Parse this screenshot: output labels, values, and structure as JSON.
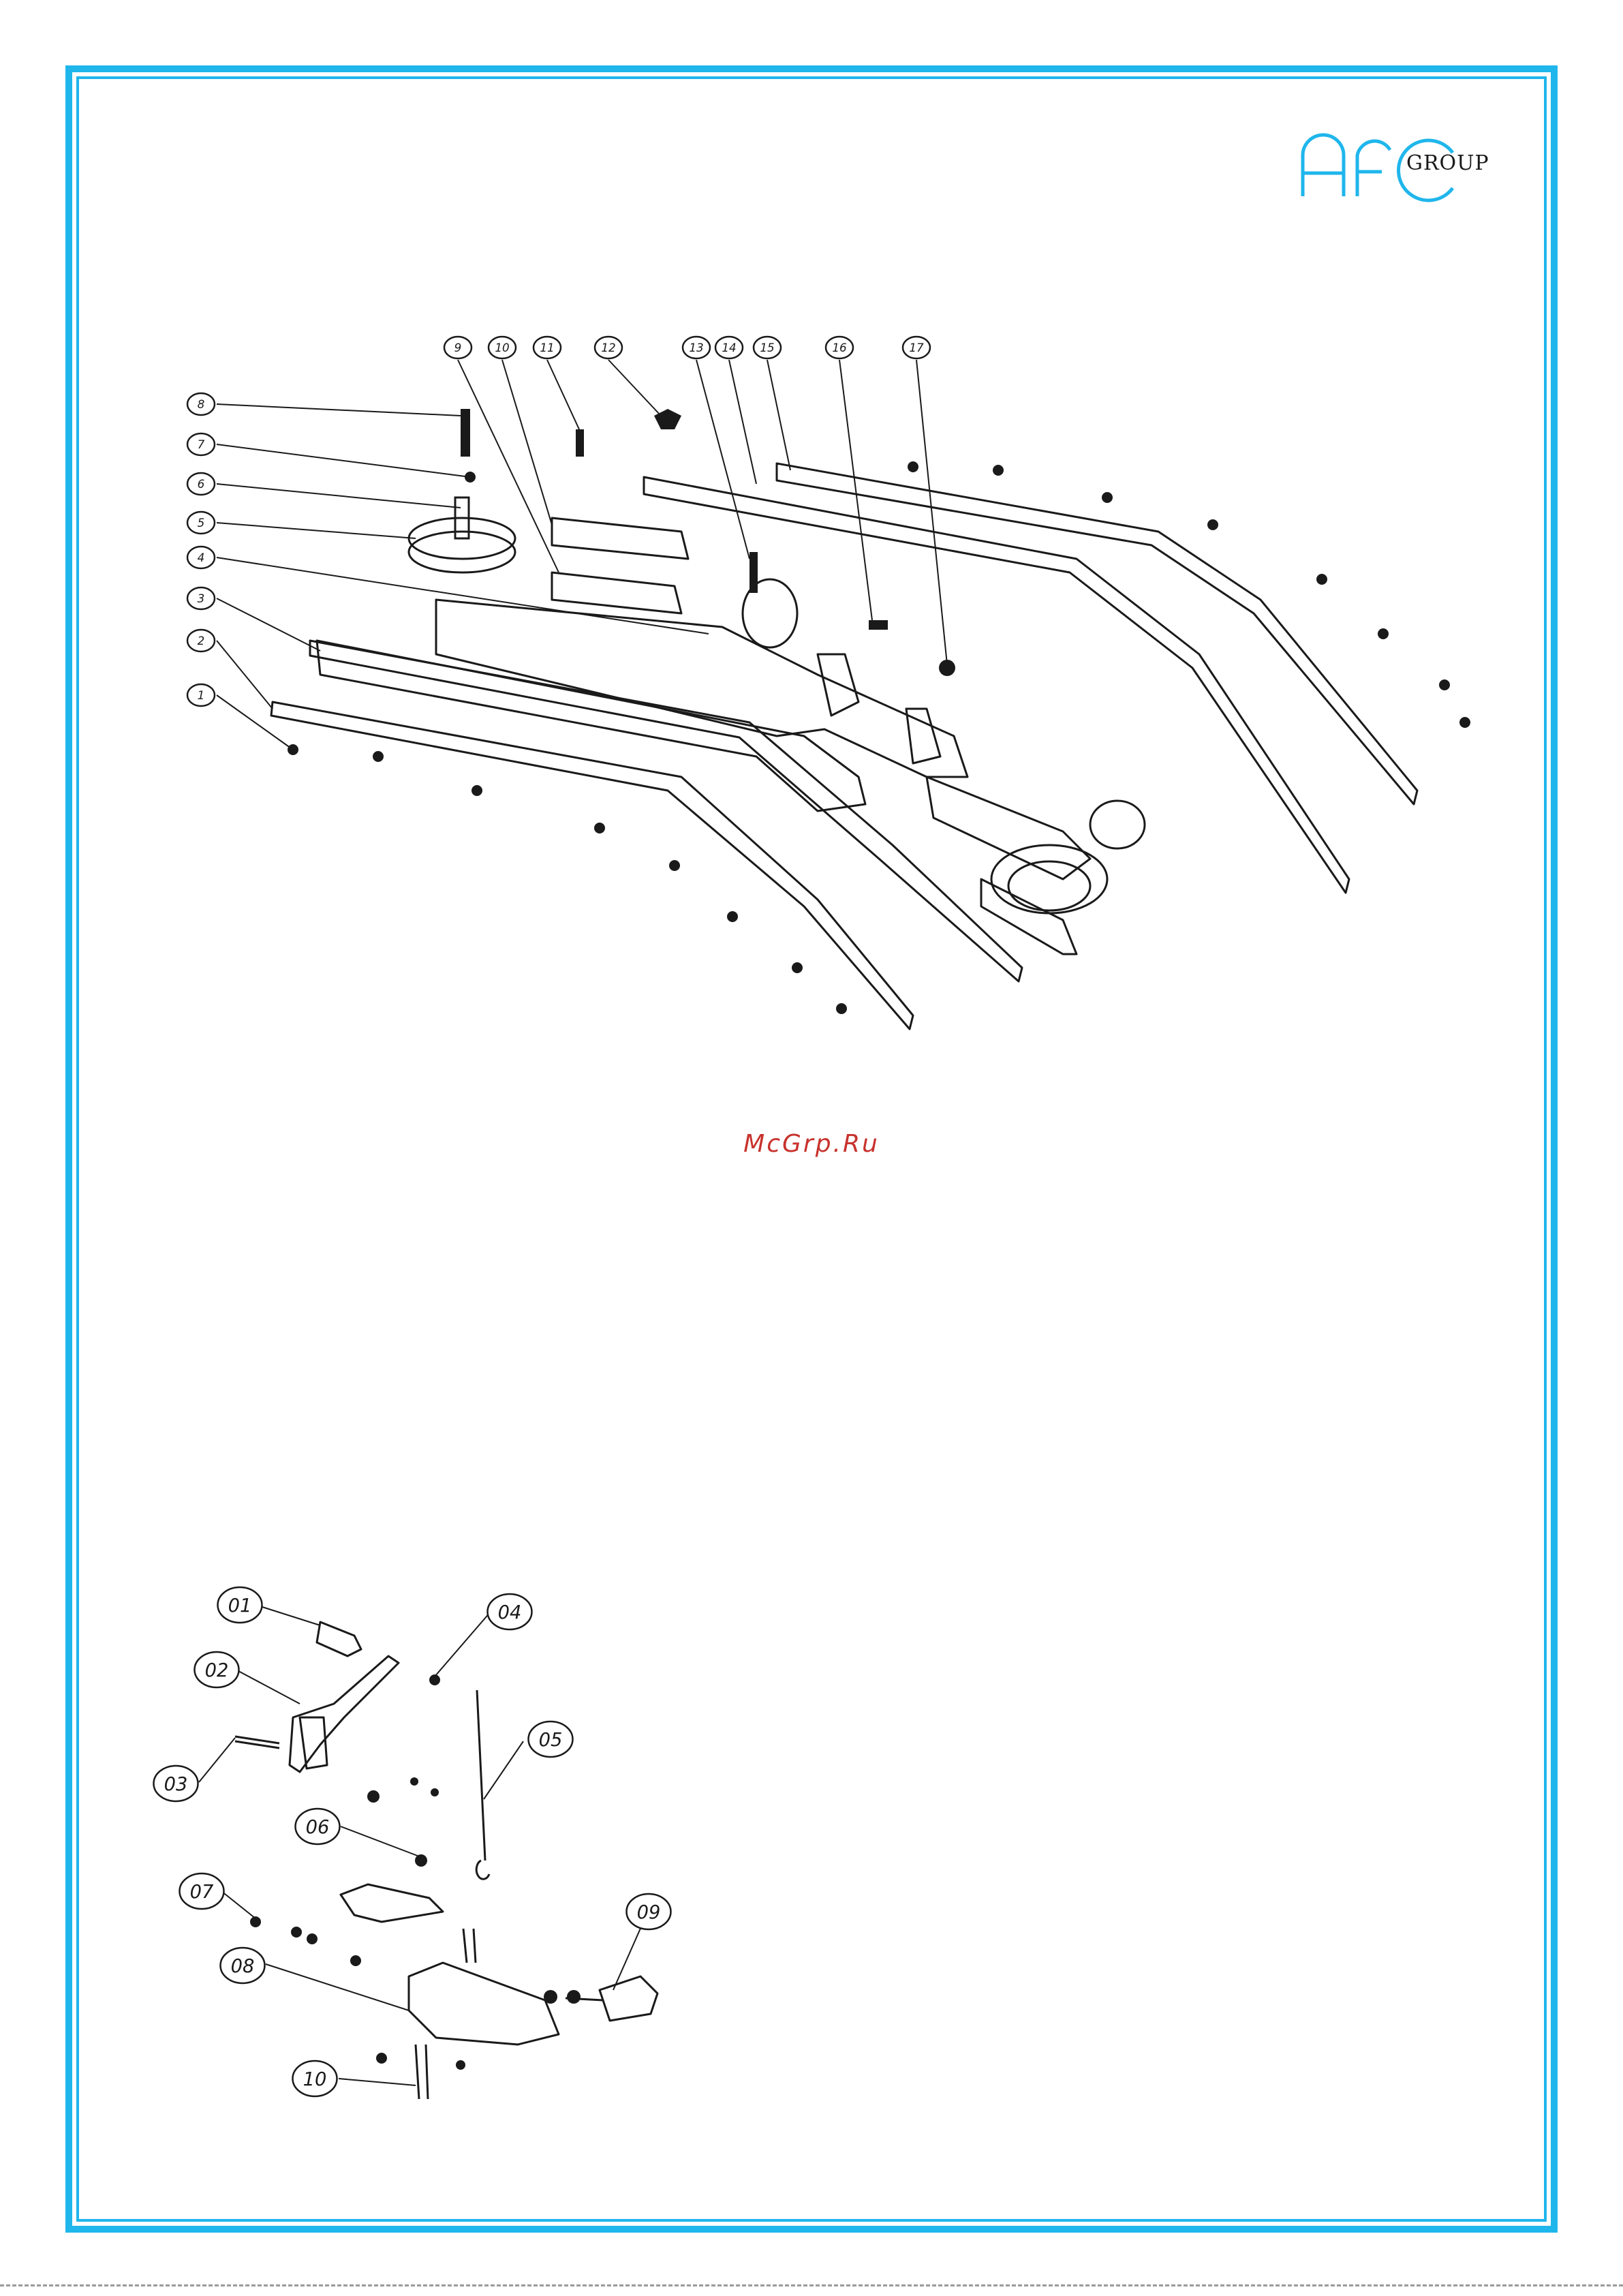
{
  "logo": {
    "letters": "AFC",
    "group": "GROUP"
  },
  "watermark": "McGrp.Ru",
  "diagram_top": {
    "callouts": [
      "1",
      "2",
      "3",
      "4",
      "5",
      "6",
      "7",
      "8",
      "9",
      "10",
      "11",
      "12",
      "13",
      "14",
      "15",
      "16",
      "17"
    ]
  },
  "diagram_bottom": {
    "callouts": [
      "01",
      "02",
      "03",
      "04",
      "05",
      "06",
      "07",
      "08",
      "09",
      "10"
    ]
  },
  "colors": {
    "frame": "#1fb6ec",
    "watermark": "#c8322d",
    "line": "#1a1a1a"
  }
}
